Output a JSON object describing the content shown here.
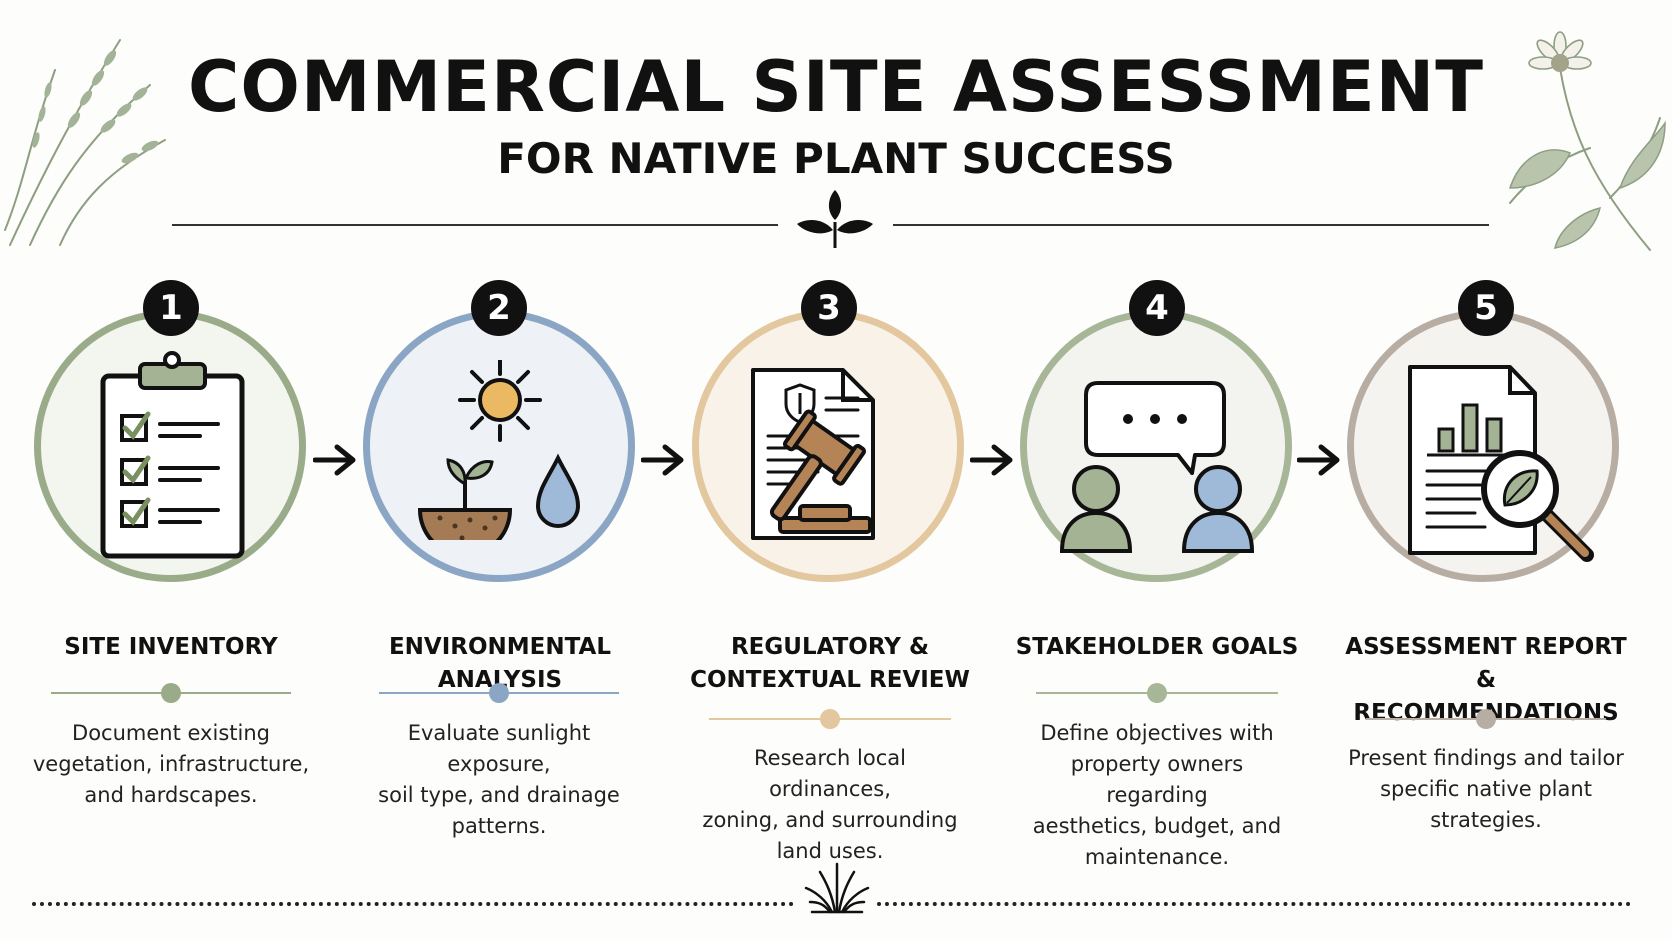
{
  "header": {
    "title": "COMMERCIAL SITE ASSESSMENT",
    "subtitle": "FOR NATIVE PLANT SUCCESS"
  },
  "colors": {
    "step1": "#9aab8a",
    "step2": "#8aa6c4",
    "step3": "#e2c79f",
    "step4": "#a8b698",
    "step5": "#b7ada3"
  },
  "steps": [
    {
      "number": "1",
      "title_lines": [
        "SITE INVENTORY"
      ],
      "desc_lines": [
        "Document existing",
        "vegetation, infrastructure,",
        "and hardscapes."
      ],
      "icon": "clipboard-checklist-icon"
    },
    {
      "number": "2",
      "title_lines": [
        "ENVIRONMENTAL ANALYSIS"
      ],
      "desc_lines": [
        "Evaluate sunlight exposure,",
        "soil type, and drainage",
        "patterns."
      ],
      "icon": "sun-soil-water-icon"
    },
    {
      "number": "3",
      "title_lines": [
        "REGULATORY &",
        "CONTEXTUAL REVIEW"
      ],
      "desc_lines": [
        "Research local ordinances,",
        "zoning, and surrounding",
        "land uses."
      ],
      "icon": "document-gavel-icon"
    },
    {
      "number": "4",
      "title_lines": [
        "STAKEHOLDER GOALS"
      ],
      "desc_lines": [
        "Define objectives with",
        "property owners regarding",
        "aesthetics, budget, and",
        "maintenance."
      ],
      "icon": "people-chat-icon"
    },
    {
      "number": "5",
      "title_lines": [
        "ASSESSMENT REPORT &",
        "RECOMMENDATIONS"
      ],
      "desc_lines": [
        "Present findings and tailor",
        "specific native plant",
        "strategies."
      ],
      "icon": "report-magnifier-icon"
    }
  ]
}
